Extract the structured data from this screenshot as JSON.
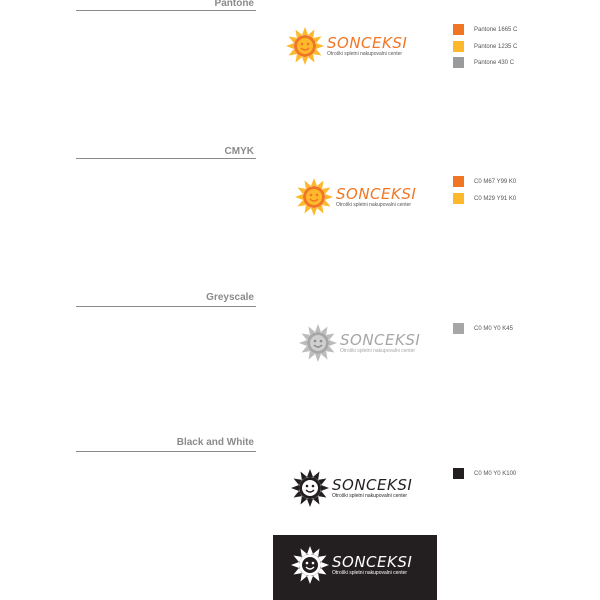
{
  "sections": {
    "pantone": {
      "title": "Pantone"
    },
    "cmyk": {
      "title": "CMYK"
    },
    "greyscale": {
      "title": "Greyscale"
    },
    "bw": {
      "title": "Black and White"
    }
  },
  "logo": {
    "brand": "SONCEKSI",
    "tagline": "Otroški spletni nakupovalni center"
  },
  "swatches": {
    "pantone": [
      {
        "label": "Pantone 1665 C",
        "color": "#f07623"
      },
      {
        "label": "Pantone 1235 C",
        "color": "#fdb82b"
      },
      {
        "label": "Pantone 430 C",
        "color": "#9a9b9d"
      }
    ],
    "cmyk": [
      {
        "label": "C0 M67 Y99 K0",
        "color": "#f07623"
      },
      {
        "label": "C0 M29 Y91 K0",
        "color": "#fdb82b"
      }
    ],
    "greyscale": [
      {
        "label": "C0 M0 Y0 K45",
        "color": "#a6a6a6"
      }
    ],
    "bw": [
      {
        "label": "C0 M0 Y0 K100",
        "color": "#231f20"
      }
    ]
  },
  "colors": {
    "sun_orange": "#f07623",
    "sun_yellow": "#fdb82b",
    "grey": "#a6a6a6",
    "black": "#231f20",
    "white": "#ffffff"
  }
}
